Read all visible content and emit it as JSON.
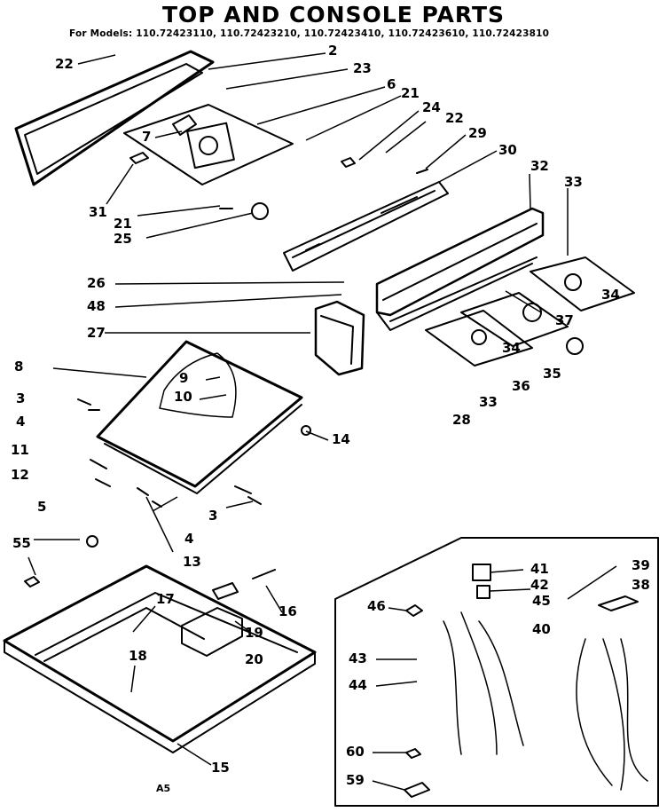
{
  "header": {
    "title": "TOP AND CONSOLE PARTS",
    "models": "For Models: 110.72423110, 110.72423210, 110.72423410, 110.72423610, 110.72423810"
  },
  "callouts": [
    "2",
    "22",
    "23",
    "6",
    "21",
    "24",
    "22",
    "29",
    "30",
    "7",
    "31",
    "21",
    "25",
    "32",
    "33",
    "26",
    "48",
    "34",
    "27",
    "37",
    "34",
    "8",
    "33",
    "36",
    "35",
    "28",
    "9",
    "10",
    "3",
    "14",
    "4",
    "11",
    "12",
    "3",
    "5",
    "4",
    "13",
    "55",
    "17",
    "16",
    "19",
    "20",
    "18",
    "15",
    "41",
    "39",
    "42",
    "38",
    "46",
    "45",
    "40",
    "43",
    "44",
    "60",
    "59"
  ],
  "footer": "A5"
}
